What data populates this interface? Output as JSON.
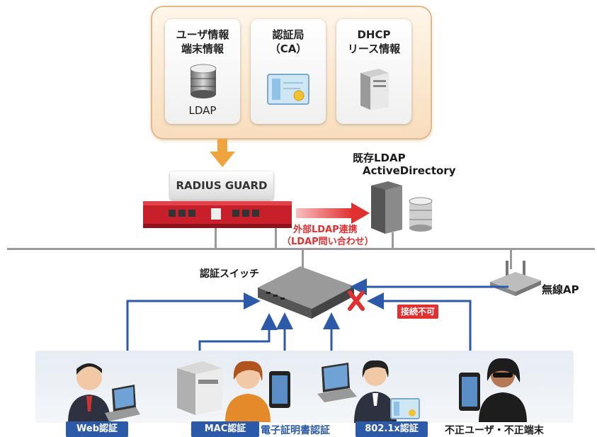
{
  "services": {
    "user_db": {
      "title": "ユーザ情報\n端末情報",
      "footer": "LDAP"
    },
    "ca": {
      "title": "認証局\n（CA）"
    },
    "dhcp": {
      "title": "DHCP\nリース情報"
    }
  },
  "appliance": {
    "label": "RADIUS GUARD"
  },
  "existing_ldap": {
    "line1": "既存LDAP",
    "line2": "ActiveDirectory"
  },
  "ldap_link": {
    "line1": "外部LDAP連携",
    "line2": "（LDAP問い合わせ）"
  },
  "auth_switch": {
    "label": "認証スイッチ"
  },
  "wireless_ap": {
    "label": "無線AP"
  },
  "blocked": {
    "label": "接続不可"
  },
  "clients": [
    {
      "label": "Web認証"
    },
    {
      "label": "MAC認証"
    },
    {
      "label": "電子証明書認証"
    },
    {
      "label": "802.1x認証"
    },
    {
      "label": "不正ユーザ・不正端末"
    }
  ],
  "colors": {
    "link_blue": "#2d5aa8",
    "alert_red": "#e03030",
    "appliance_red": "#c8202a"
  }
}
